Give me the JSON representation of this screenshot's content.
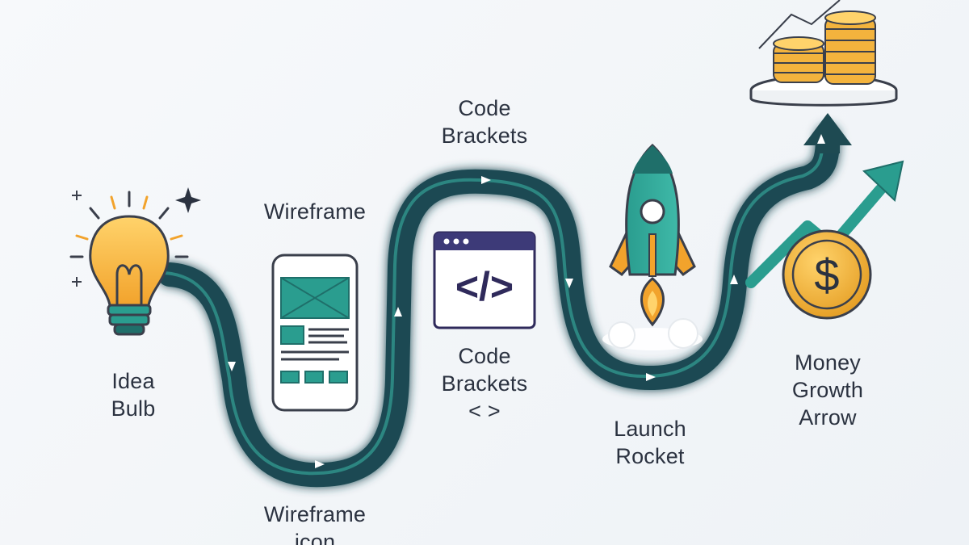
{
  "labels": {
    "idea": "Idea\nBulb",
    "wireframe_top": "Wireframe",
    "wireframe_bottom": "Wireframe\nicon",
    "code_top": "Code\nBrackets",
    "code_bottom": "Code\nBrackets\n< >",
    "rocket": "Launch\nRocket",
    "money": "Money\nGrowth\nArrow"
  },
  "glyphs": {
    "code": "</>",
    "dollar": "$"
  },
  "colors": {
    "path": "#1e4a52",
    "path_light": "#3bb8a8",
    "teal": "#2a9d8f",
    "teal_dark": "#1f6f6a",
    "gold": "#f3b33d",
    "gold_dark": "#d28b1a",
    "ink": "#2b3240",
    "outline": "#3a3f4b"
  }
}
